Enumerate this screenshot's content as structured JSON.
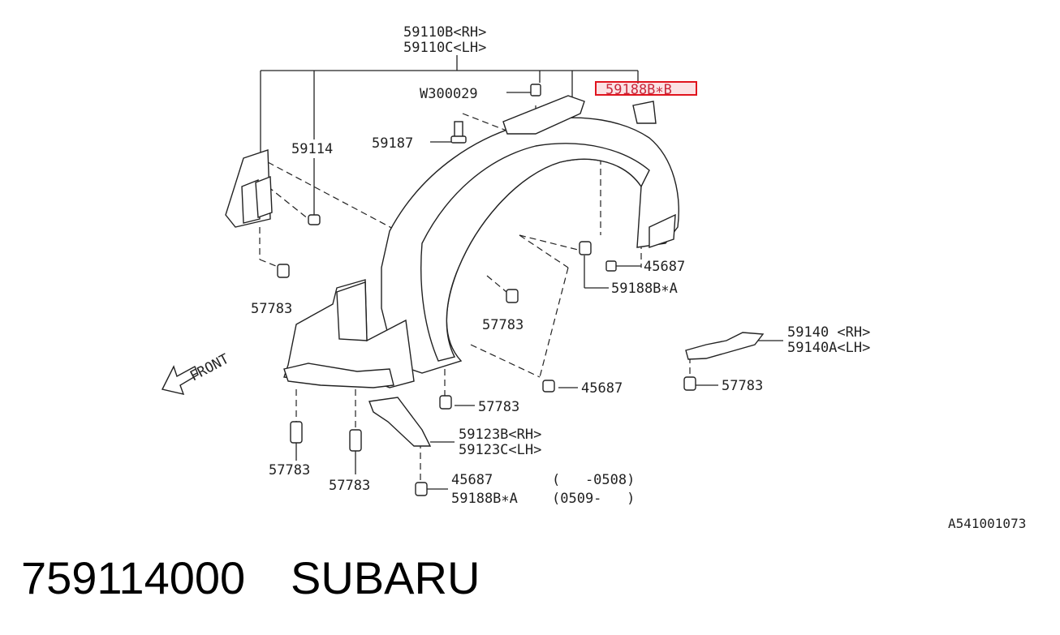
{
  "diagram": {
    "labels": {
      "fender_rh": "59110B<RH>",
      "fender_lh": "59110C<LH>",
      "w300029": "W300029",
      "clip_59188b_b": "59188B∗B",
      "bolt_59187": "59187",
      "bracket_59114": "59114",
      "nut_45687_right": "45687",
      "clip_59188b_a": "59188B∗A",
      "clip_57783_left": "57783",
      "clip_57783_center": "57783",
      "plate_rh": "59140 <RH>",
      "plate_lh": "59140A<LH>",
      "clip_57783_plate": "57783",
      "nut_45687_lower": "45687",
      "clip_57783_lower": "57783",
      "bracket_rh": "59123B<RH>",
      "bracket_lh": "59123C<LH>",
      "clip_57783_bottom_left": "57783",
      "clip_57783_bottom_mid": "57783",
      "nut_45687_bottom": "45687",
      "date_range_1": "(   -0508)",
      "clip_59188b_a_bottom": "59188B∗A",
      "date_range_2": "(0509-   )",
      "front": "FRONT",
      "diagram_code": "A541001073"
    },
    "highlight_color": "#e0141e"
  },
  "footer": {
    "part_number": "759114000",
    "brand": "SUBARU"
  }
}
